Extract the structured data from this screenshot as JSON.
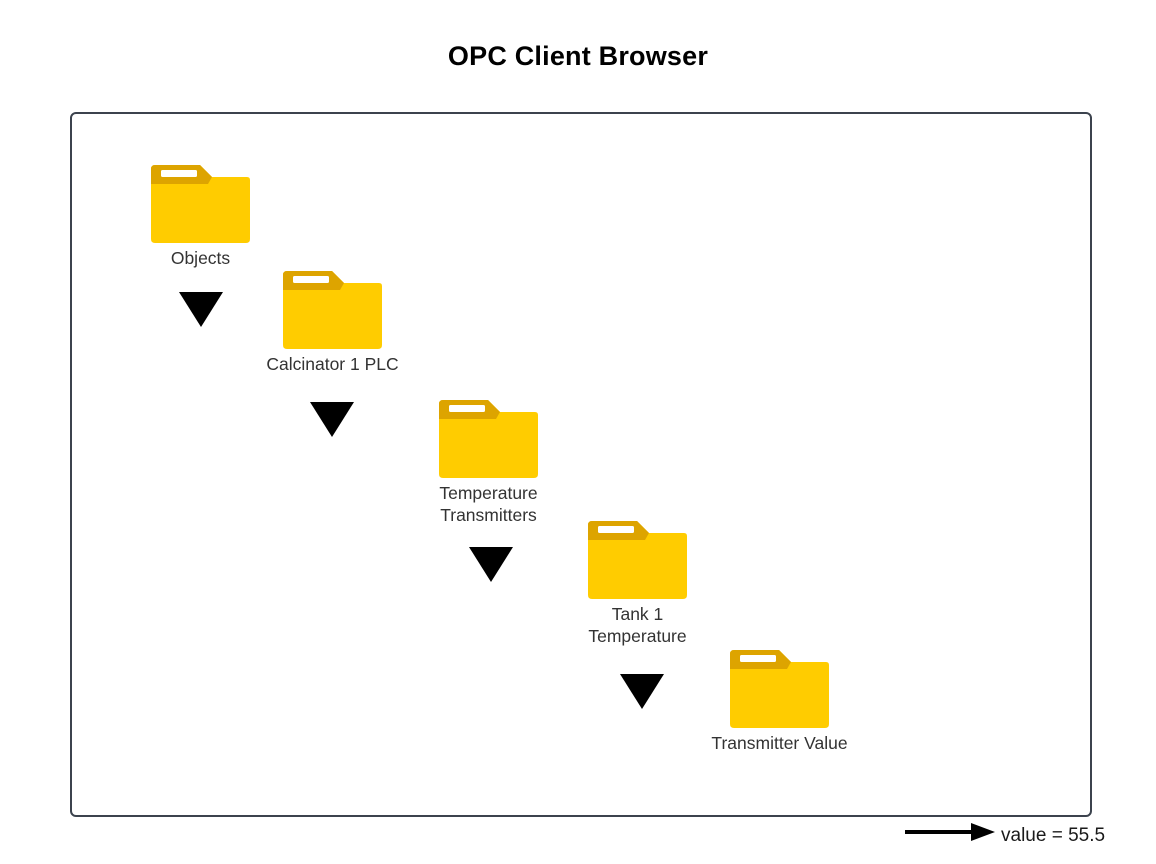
{
  "page": {
    "title": "OPC Client Browser"
  },
  "browser": {
    "nodes": [
      {
        "label": "Objects",
        "icon": "folder-icon"
      },
      {
        "label": "Calcinator 1 PLC",
        "icon": "folder-icon"
      },
      {
        "label": "Temperature\nTransmitters",
        "icon": "folder-icon"
      },
      {
        "label": "Tank 1\nTemperature",
        "icon": "folder-icon"
      },
      {
        "label": "Transmitter Value",
        "icon": "folder-icon"
      }
    ],
    "connectors": [
      {
        "icon": "triangle-down-icon"
      },
      {
        "icon": "triangle-down-icon"
      },
      {
        "icon": "triangle-down-icon"
      },
      {
        "icon": "triangle-down-icon"
      }
    ],
    "value_arrow_icon": "arrow-right-icon",
    "value_readout": "value = 55.5"
  },
  "colors": {
    "folder_body": "#FFCC00",
    "folder_tab": "#DDA400",
    "folder_slot": "#FFFFFF",
    "panel_border": "#3C434E",
    "connector": "#000000",
    "label_text": "#333333",
    "title_text": "#000000"
  }
}
